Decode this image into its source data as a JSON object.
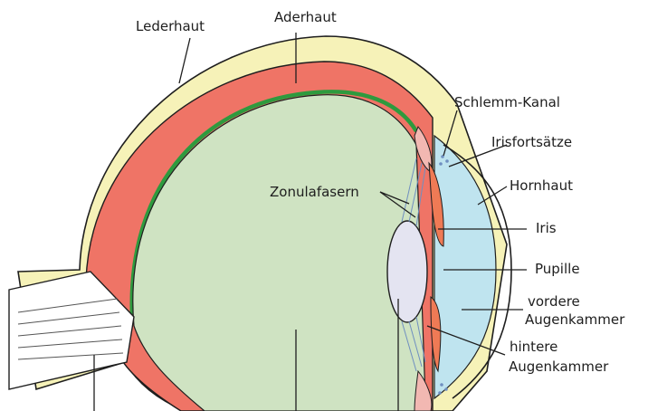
{
  "labels": {
    "lederhaut": "Lederhaut",
    "aderhaut": "Aderhaut",
    "schlemm_kanal": "Schlemm-Kanal",
    "irisfortsaetze": "Irisfortsätze",
    "zonulafasern": "Zonulafasern",
    "hornhaut": "Hornhaut",
    "iris": "Iris",
    "pupille": "Pupille",
    "vordere_line1": "vordere",
    "vordere_line2": "Augenkammer",
    "hintere_line1": "hintere",
    "hintere_line2": "Augenkammer"
  },
  "colors": {
    "sclera": "#f6f2b8",
    "choroid": "#ef7466",
    "retina": "#2e9a3e",
    "vitreous": "#cfe3c2",
    "cornea": "#f3eca6",
    "anterior_chamber": "#bfe4ef",
    "lens": "#e4e4f1",
    "iris": "#ef7a55",
    "ciliary": "#f2b8b2",
    "outline": "#1e1e1e"
  }
}
